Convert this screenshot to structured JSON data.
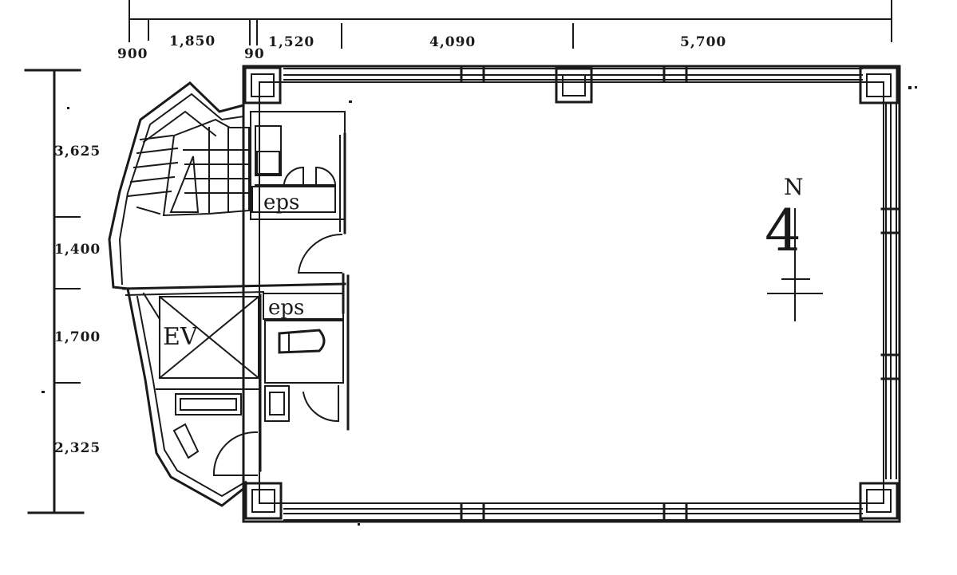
{
  "dimensions": {
    "top": [
      "900",
      "1,850",
      "90",
      "1,520",
      "4,090",
      "5,700"
    ],
    "left": [
      "3,625",
      "1,400",
      "1,700",
      "2,325"
    ]
  },
  "labels": {
    "eps_upper": "eps",
    "eps_lower": "eps",
    "elevator": "EV",
    "north": "N",
    "floor": "4"
  }
}
